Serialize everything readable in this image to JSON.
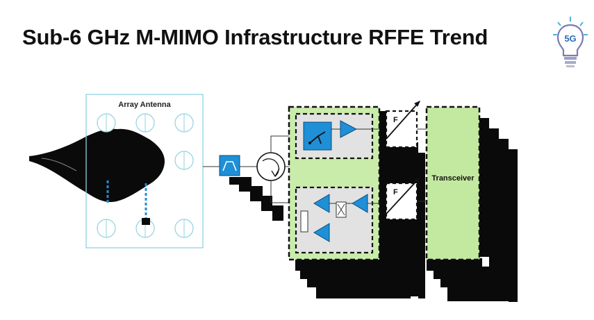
{
  "slide": {
    "title": "Sub-6 GHz M-MIMO Infrastructure RFFE Trend"
  },
  "logo": {
    "text": "5G",
    "icon": "lightbulb-icon"
  },
  "diagram": {
    "antenna_label": "Array Antenna",
    "filter_label_top": "F",
    "filter_label_bottom": "F",
    "transceiver_label": "Transceiver"
  },
  "colors": {
    "block_blue": "#1f8fd6",
    "rf_green": "#c9ecaa",
    "transceiver_green": "#c3e9a0",
    "outline_cyan": "#8fd3e0",
    "module_gray": "#e2e2e2"
  }
}
